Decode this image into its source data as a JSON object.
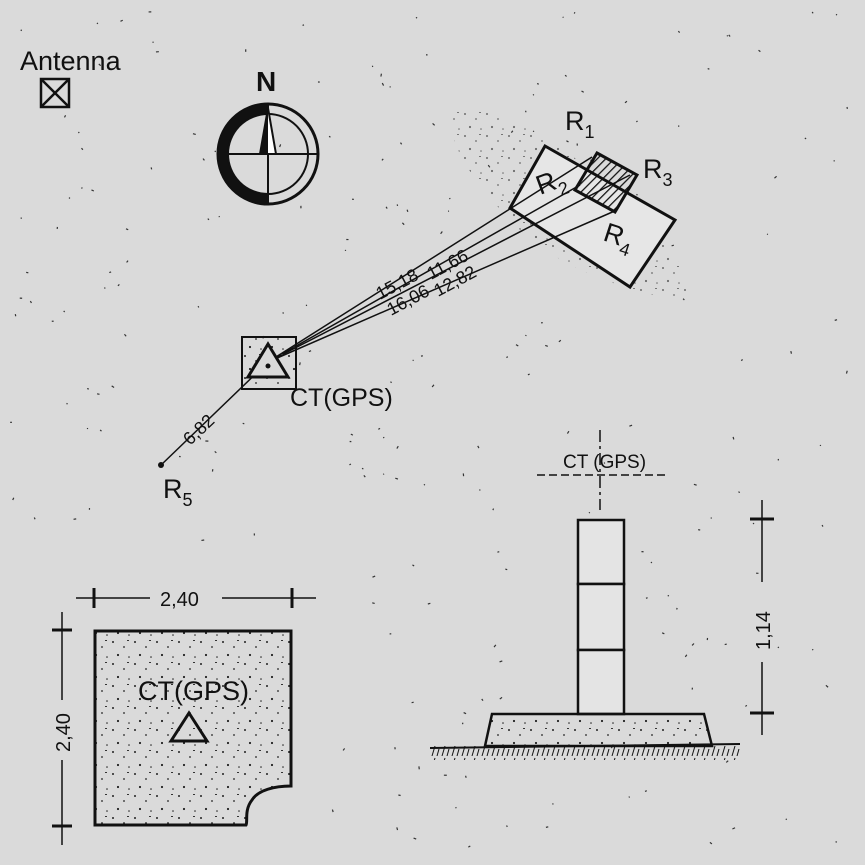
{
  "legend": {
    "antenna_label": "Antenna"
  },
  "compass": {
    "north_label": "N"
  },
  "station": {
    "label": "CT(GPS)"
  },
  "references": {
    "r1": {
      "letter": "R",
      "index": "1"
    },
    "r2": {
      "letter": "R",
      "index": "2"
    },
    "r3": {
      "letter": "R",
      "index": "3"
    },
    "r4": {
      "letter": "R",
      "index": "4"
    },
    "r5": {
      "letter": "R",
      "index": "5"
    }
  },
  "distances": {
    "to_r1": "15,18",
    "to_r2": "16,06",
    "to_r3": "11,66",
    "to_r4": "12,82",
    "to_r5": "6,82"
  },
  "plan_view": {
    "width": "2,40",
    "height": "2,40",
    "label": "CT(GPS)"
  },
  "elevation_view": {
    "label": "CT (GPS)",
    "height": "1,14"
  },
  "colors": {
    "background": "#dadada",
    "ink": "#111111"
  }
}
